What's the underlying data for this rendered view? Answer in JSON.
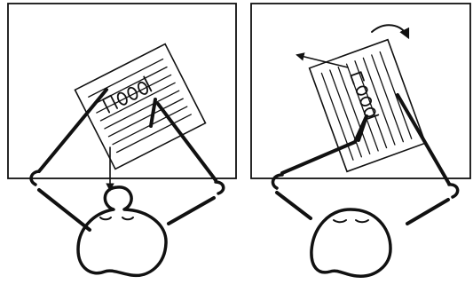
{
  "figure": {
    "background": "#ffffff",
    "ink_color": "#111111",
    "panels": [
      {
        "name": "left-panel",
        "paper_orientation": "tilted",
        "arrow": "downward-to-viewer"
      },
      {
        "name": "right-panel",
        "paper_orientation": "rotated",
        "arrows": [
          "pull-upper-left",
          "curved-rotate"
        ]
      }
    ]
  }
}
